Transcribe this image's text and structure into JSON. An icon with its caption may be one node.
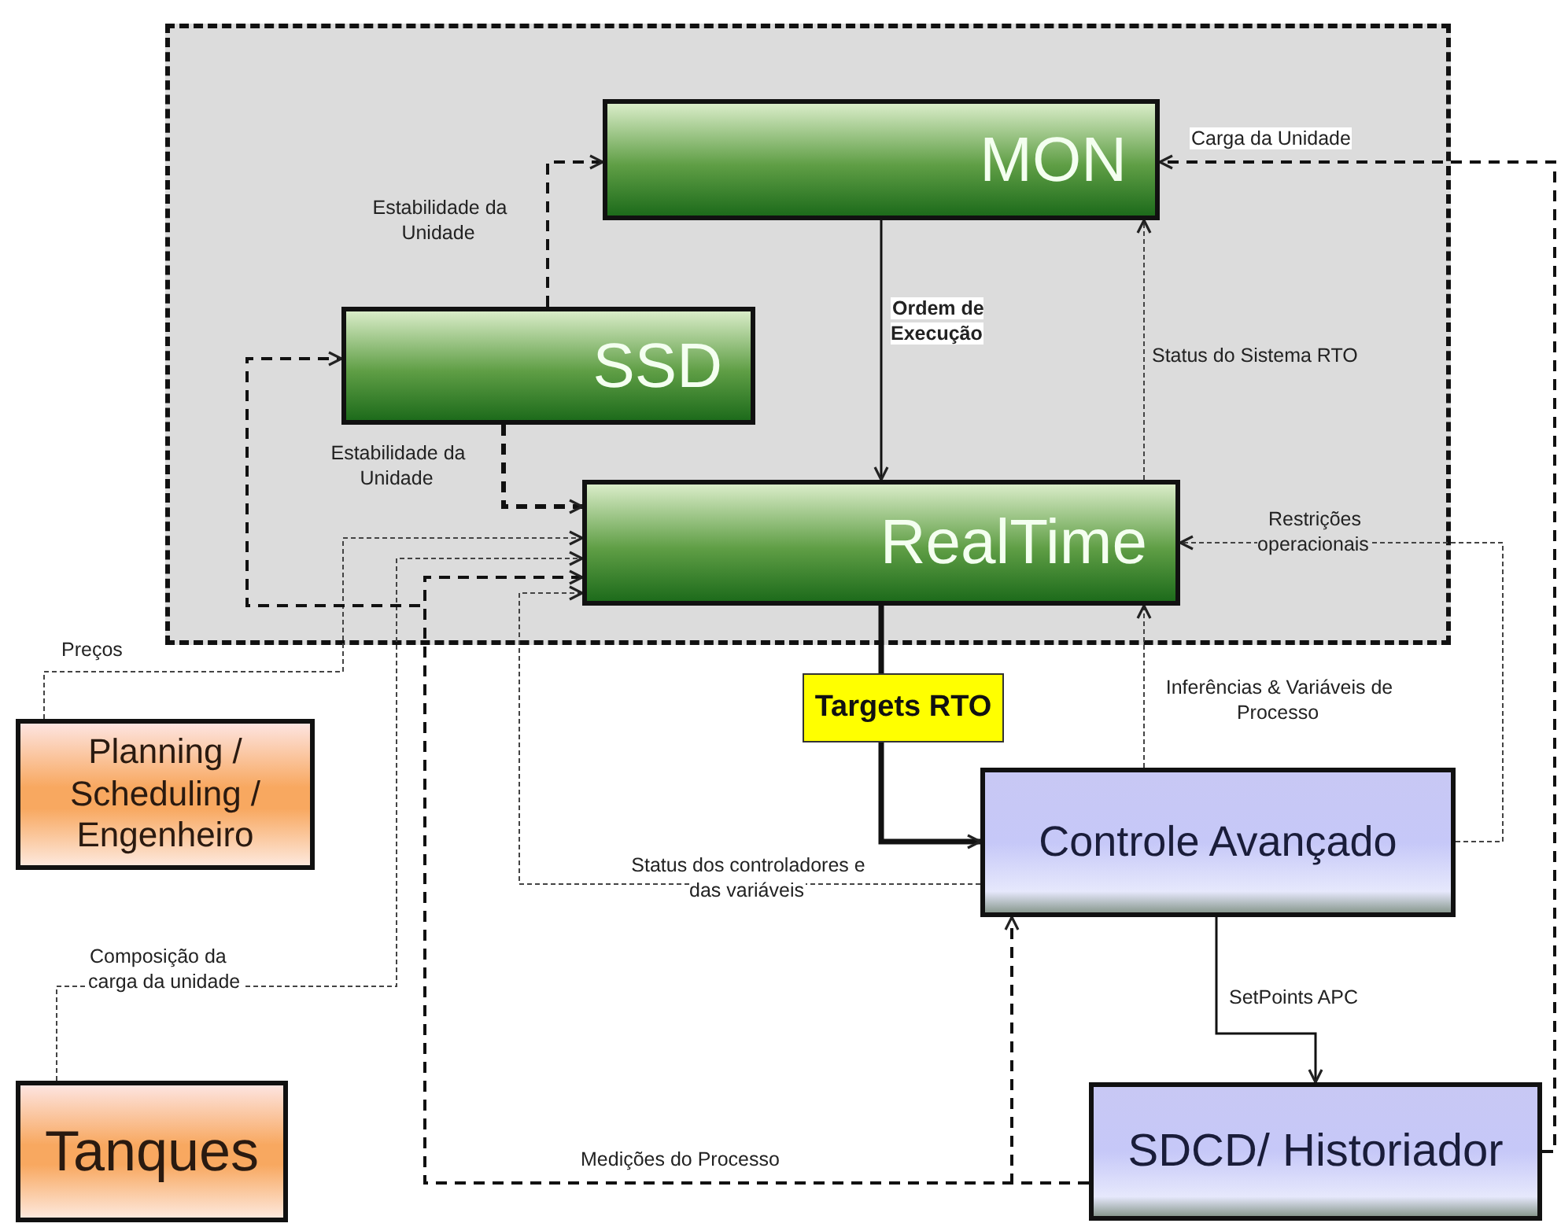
{
  "diagram": {
    "nodes": [
      {
        "text": [],
        "shape": "box"
      },
      {
        "text": [
          "MON"
        ],
        "in": 0
      },
      {
        "text": [
          "SSD"
        ],
        "in": 0
      },
      {
        "text": [
          "RealTime"
        ],
        "in": 0
      },
      {
        "text": [
          "Targets RTO"
        ]
      },
      {
        "text": [
          "Planning / Scheduling / Engenheiro"
        ]
      },
      {
        "text": [
          "Controle Avançado"
        ]
      },
      {
        "text": [
          "Tanques"
        ]
      },
      {
        "text": [
          "SDCD/ Historiador"
        ]
      }
    ],
    "edges": [
      {
        "from": 2,
        "to": 1,
        "arrow": "to",
        "style": "dashed",
        "label": "Estabilidade da Unidade"
      },
      {
        "from": 2,
        "to": 3,
        "arrow": "to",
        "style": "dashed",
        "label": "Estabilidade da Unidade"
      },
      {
        "from": 1,
        "to": 3,
        "arrow": "to",
        "label": "Ordem de Execução"
      },
      {
        "from": 3,
        "to": 1,
        "arrow": "to",
        "style": "dashed",
        "label": "Status do Sistema RTO"
      },
      {
        "from": 8,
        "to": 1,
        "arrow": "to",
        "style": "dashed",
        "label": "Carga da Unidade"
      },
      {
        "from": 6,
        "to": 3,
        "arrow": "to",
        "style": "dashed",
        "label": "Restrições operacionais"
      },
      {
        "from": 6,
        "to": 3,
        "arrow": "to",
        "style": "dashed",
        "label": "Inferências & Variáveis de Processo"
      },
      {
        "from": 3,
        "to": 4,
        "arrow": "none",
        "style": "thick"
      },
      {
        "from": 4,
        "to": 6,
        "arrow": "to",
        "style": "thick"
      },
      {
        "from": 6,
        "to": 3,
        "arrow": "to",
        "style": "dashed",
        "label": "Status dos controladores e das variáveis"
      },
      {
        "from": 5,
        "to": 3,
        "arrow": "to",
        "style": "dashed",
        "label": "Preços"
      },
      {
        "from": 7,
        "to": 3,
        "arrow": "to",
        "style": "dashed",
        "label": "Composição da carga da unidade"
      },
      {
        "from": 8,
        "to": 3,
        "arrow": "to",
        "style": "dashed",
        "label": "Medições do Processo"
      },
      {
        "from": 8,
        "to": 2,
        "arrow": "to",
        "style": "dashed"
      },
      {
        "from": 8,
        "to": 6,
        "arrow": "to",
        "style": "dashed"
      },
      {
        "from": 6,
        "to": 8,
        "arrow": "to",
        "label": "SetPoints APC"
      }
    ]
  }
}
